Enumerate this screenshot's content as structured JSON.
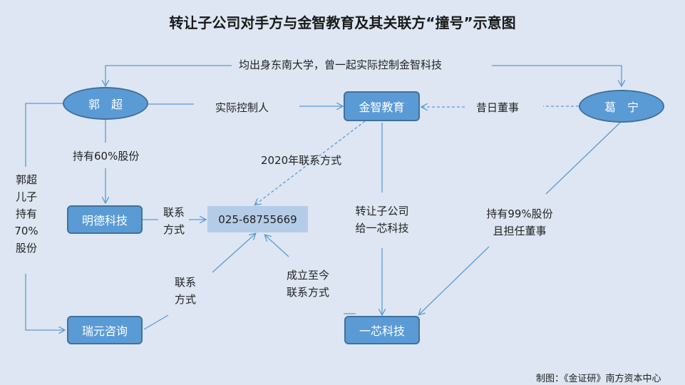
{
  "title": "转让子公司对手方与金智教育及其关联方“撞号”示意图",
  "colors": {
    "background": "#dde6f2",
    "node_fill": "#5b9bd5",
    "node_border": "#41719c",
    "phone_fill": "#b4cce8",
    "arrow": "#5b9bd5"
  },
  "nodes": {
    "guochao": "郭　超",
    "gening": "葛　宁",
    "jinzhi": "金智教育",
    "mingde": "明德科技",
    "ruiyuan": "瑞元咨询",
    "yixin": "一芯科技",
    "phone": "025-68755669"
  },
  "labels": {
    "alumni": "均出身东南大学，曾一起实际控制金智科技",
    "actual_controller": "实际控制人",
    "former_director": "昔日董事",
    "hold60": "持有60%股份",
    "contact2020": "2020年联系方式",
    "son_hold70": "郭超\n儿子\n持有\n70%\n股份",
    "contact_mingde": "联系\n方式",
    "contact_ruiyuan": "联系\n方式",
    "contact_since": "成立至今\n联系方式",
    "transfer": "转让子公司\n给一芯科技",
    "hold99": "持有99%股份\n且担任董事"
  },
  "source": "制图：《金证研》南方资本中心"
}
